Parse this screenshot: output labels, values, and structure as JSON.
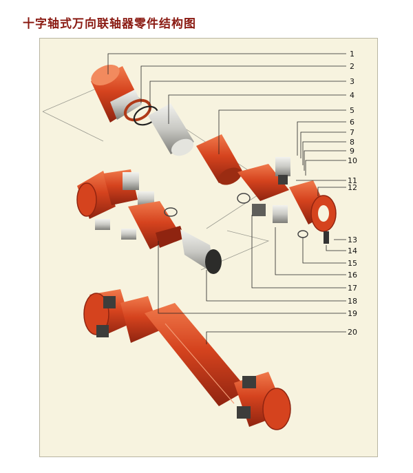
{
  "title": "十字轴式万向联轴器零件结构图",
  "colors": {
    "red": "#d5431e",
    "dark_red": "#8f2410",
    "steel": "#c9c9c4",
    "panel": "#f7f3df"
  },
  "callouts": [
    "1",
    "2",
    "3",
    "4",
    "5",
    "6",
    "7",
    "8",
    "9",
    "10",
    "11",
    "12",
    "13",
    "14",
    "15",
    "16",
    "17",
    "18",
    "19",
    "20"
  ]
}
